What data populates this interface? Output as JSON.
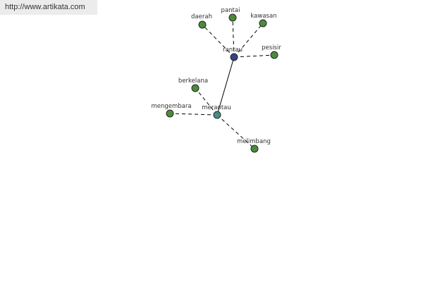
{
  "header": {
    "url": "http://www.artikata.com"
  },
  "colors": {
    "leaf": "#4e8a3c",
    "root": "#3a3f88",
    "hub": "#4a8a86"
  },
  "graph": {
    "nodes": [
      {
        "id": "rantau",
        "label": "rantau",
        "kind": "root"
      },
      {
        "id": "merantau",
        "label": "merantau",
        "kind": "hub"
      },
      {
        "id": "daerah",
        "label": "daerah",
        "kind": "leaf"
      },
      {
        "id": "pantai",
        "label": "pantai",
        "kind": "leaf"
      },
      {
        "id": "kawasan",
        "label": "kawasan",
        "kind": "leaf"
      },
      {
        "id": "pesisir",
        "label": "pesisir",
        "kind": "leaf"
      },
      {
        "id": "berkelana",
        "label": "berkelana",
        "kind": "leaf"
      },
      {
        "id": "mengembara",
        "label": "mengembara",
        "kind": "leaf"
      },
      {
        "id": "melimbang",
        "label": "melimbang",
        "kind": "leaf"
      }
    ],
    "edges": [
      {
        "from": "rantau",
        "to": "daerah",
        "style": "dashed"
      },
      {
        "from": "rantau",
        "to": "pantai",
        "style": "dashed"
      },
      {
        "from": "rantau",
        "to": "kawasan",
        "style": "dashed"
      },
      {
        "from": "rantau",
        "to": "pesisir",
        "style": "dashed"
      },
      {
        "from": "rantau",
        "to": "merantau",
        "style": "solid"
      },
      {
        "from": "merantau",
        "to": "berkelana",
        "style": "dashed"
      },
      {
        "from": "merantau",
        "to": "mengembara",
        "style": "dashed"
      },
      {
        "from": "merantau",
        "to": "melimbang",
        "style": "dashed"
      }
    ]
  }
}
